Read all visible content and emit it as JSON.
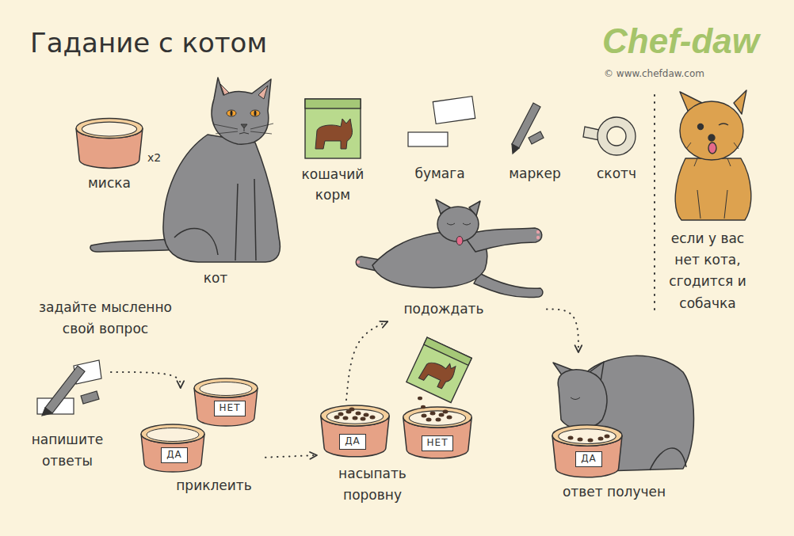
{
  "diagram": {
    "title": "Гадание с котом",
    "nodes": [
      {
        "text": [
          "напишите ответы"
        ]
      },
      {
        "text": [
          "приклеить"
        ]
      },
      {
        "text": [
          "НЕТ"
        ],
        "in": 1
      },
      {
        "text": [
          "ДА"
        ],
        "in": 1
      },
      {
        "text": [
          "насыпать поровну"
        ]
      },
      {
        "text": [
          "ДА"
        ],
        "in": 4
      },
      {
        "text": [
          "НЕТ"
        ],
        "in": 4
      },
      {
        "text": [
          "подождать"
        ]
      },
      {
        "text": [
          "ответ получен"
        ]
      },
      {
        "text": [
          "ДА"
        ],
        "in": 8
      }
    ],
    "edges": [
      {
        "from": 0,
        "to": 1,
        "arrow": "to"
      },
      {
        "from": 1,
        "to": 4,
        "arrow": "to"
      },
      {
        "from": 4,
        "to": 7,
        "arrow": "to"
      },
      {
        "from": 7,
        "to": 8,
        "arrow": "to"
      }
    ],
    "labels": [
      "Chef-daw",
      "© www.chefdaw.com",
      "x2",
      "миска",
      "кошачий корм",
      "бумага",
      "маркер",
      "скотч",
      "кот",
      "если у вас нет кота, сгодится и собачка",
      "задайте мысленно свой вопрос"
    ]
  }
}
